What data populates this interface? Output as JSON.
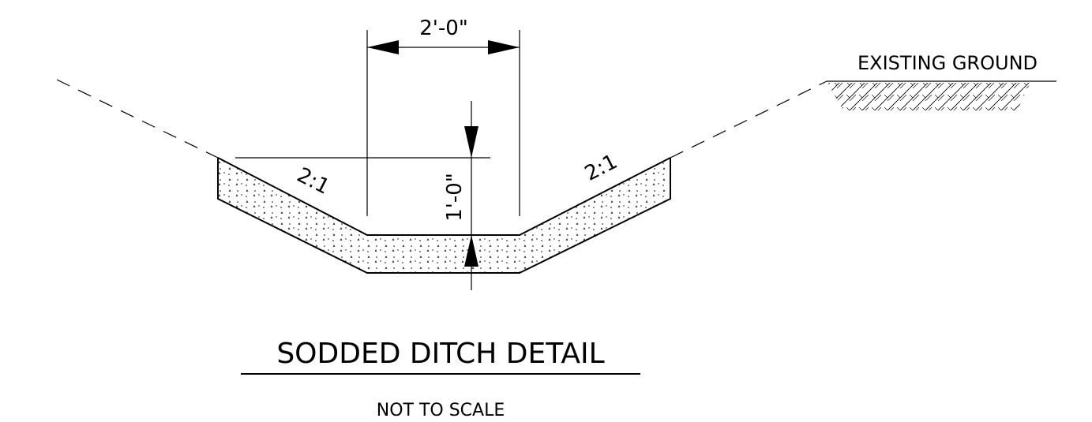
{
  "diagram": {
    "title": "SODDED DITCH DETAIL",
    "subtitle": "NOT TO SCALE",
    "labels": {
      "width_dimension": "2'-0\"",
      "depth_dimension": "1'-0\"",
      "left_slope": "2:1",
      "right_slope": "2:1",
      "existing_ground": "EXISTING GROUND"
    },
    "icons": {
      "dimension_arrow": "filled-triangle-arrow",
      "sod_fill": "dotted-sod-pattern",
      "ground_hatch": "earth-hatch-pattern"
    },
    "colors": {
      "line": "#000000",
      "background": "#ffffff"
    }
  }
}
